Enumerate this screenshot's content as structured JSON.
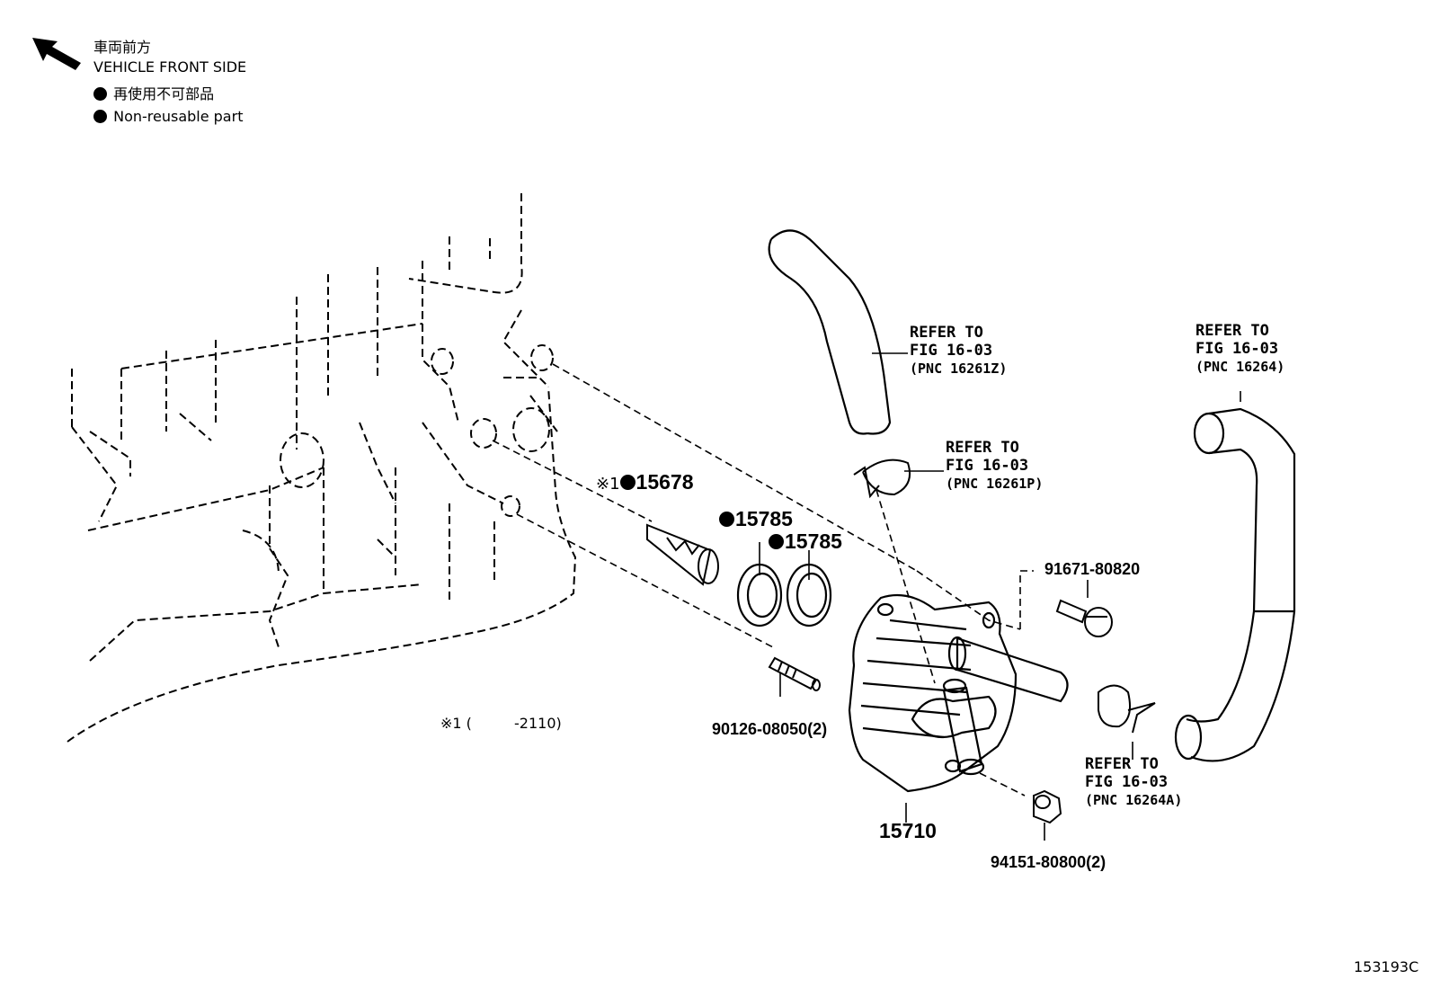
{
  "legend": {
    "front_jp": "車両前方",
    "front_en": "VEHICLE FRONT SIDE",
    "nonreuse_jp": "再使用不可部品",
    "nonreuse_en": "Non-reusable part"
  },
  "refs": [
    {
      "line1": "REFER TO",
      "line2": "FIG 16-03",
      "pnc": "(PNC 16261Z)"
    },
    {
      "line1": "REFER TO",
      "line2": "FIG 16-03",
      "pnc": "(PNC 16264)"
    },
    {
      "line1": "REFER TO",
      "line2": "FIG 16-03",
      "pnc": "(PNC 16261P)"
    },
    {
      "line1": "REFER TO",
      "line2": "FIG 16-03",
      "pnc": "(PNC 16264A)"
    }
  ],
  "parts": {
    "p15678_prefix": "※1",
    "p15678": "15678",
    "p15785_a": "15785",
    "p15785_b": "15785",
    "p91671": "91671-80820",
    "p90126": "90126-08050(2)",
    "p15710": "15710",
    "p94151": "94151-80800(2)"
  },
  "footnote": {
    "mark": "※1 (",
    "range": "-2110)"
  },
  "figure_id": "153193C"
}
